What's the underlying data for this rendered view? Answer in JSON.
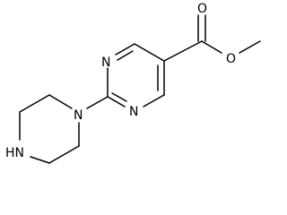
{
  "molecule": {
    "atoms": {
      "n_top": "N",
      "n_bottom": "N",
      "n_piperazine_attach": "N",
      "nh_piperazine": "HN",
      "o_carbonyl": "O",
      "o_ester": "O"
    },
    "colors": {
      "bond": "#000000",
      "label": "#000000",
      "background": "#ffffff"
    }
  }
}
